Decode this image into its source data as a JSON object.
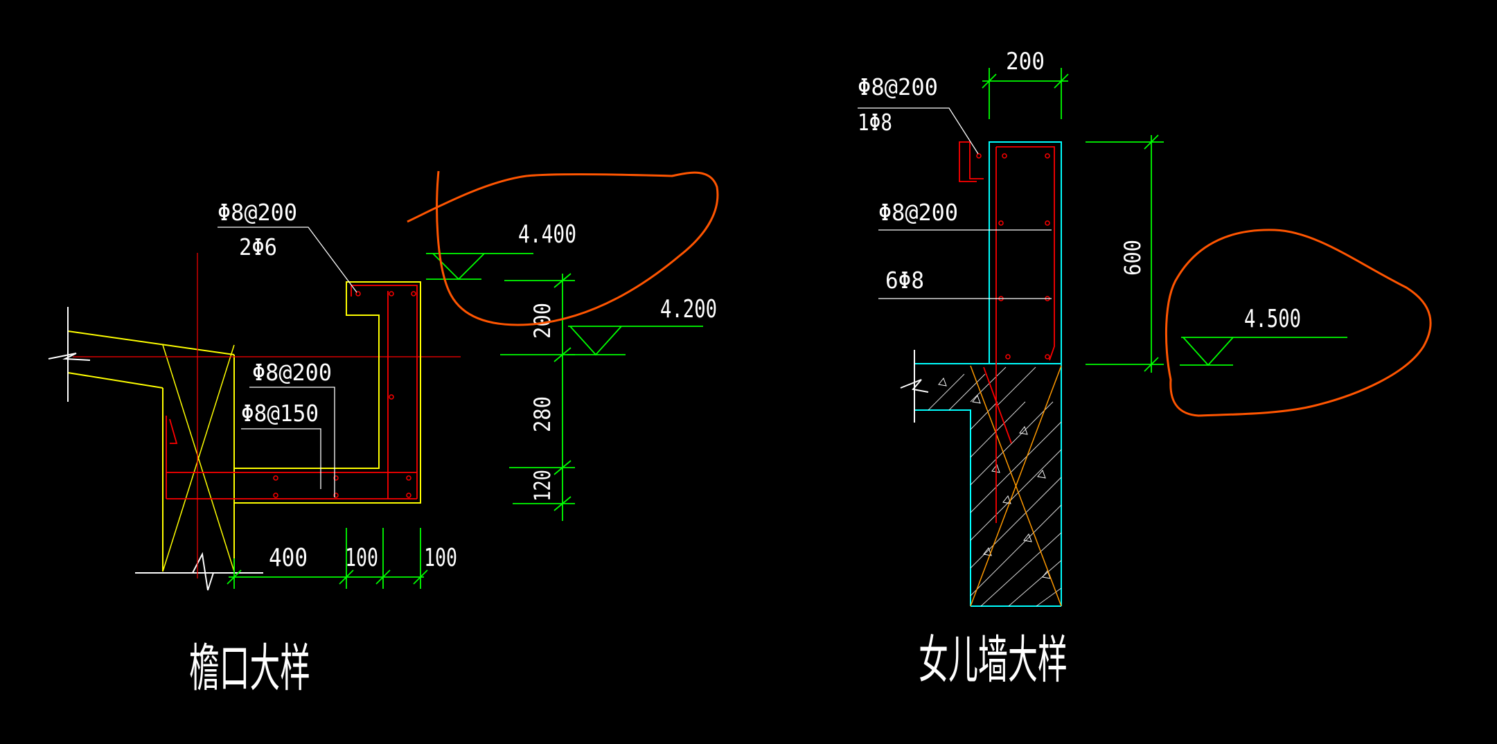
{
  "colors": {
    "background": "#000000",
    "text": "#ffffff",
    "dimension": "#00ff00",
    "outline": "#ffff00",
    "rebar": "#ff0000",
    "wall": "#00ffff",
    "hatch": "#ffffff",
    "cross": "#ff9900",
    "markup": "#ff5500"
  },
  "eave_detail": {
    "title": "檐口大样",
    "rebar_note_top": "Φ8@200",
    "rebar_note_top_sub": "2Φ6",
    "rebar_note_mid": "Φ8@200",
    "rebar_note_low": "Φ8@150",
    "elevation_top": "4.400",
    "elevation_slab": "4.200",
    "dim_v_top": "200",
    "dim_v_mid": "280",
    "dim_v_bot": "120",
    "dim_h_1": "400",
    "dim_h_2": "100",
    "dim_h_3": "100"
  },
  "parapet_detail": {
    "title": "女儿墙大样",
    "rebar_note_top": "Φ8@200",
    "rebar_note_top_sub": "1Φ8",
    "rebar_note_mid": "Φ8@200",
    "rebar_note_low": "6Φ8",
    "dim_width": "200",
    "dim_height": "600",
    "elevation": "4.500"
  }
}
